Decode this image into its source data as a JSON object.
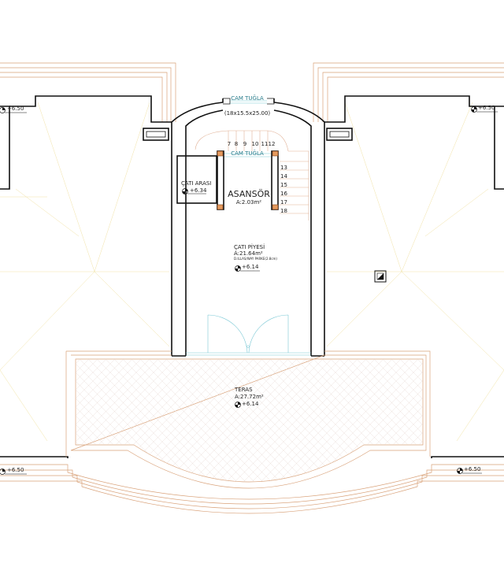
{
  "plan": {
    "glass_brick_top_label": "CAM TUĞLA",
    "glass_brick_top_dim": "(18x15.5x25.00)",
    "glass_brick_inner_label": "CAM TUĞLA",
    "stair_numbers_top": [
      "7",
      "8",
      "9",
      "10",
      "11",
      "12"
    ],
    "stair_numbers_side": [
      "13",
      "14",
      "15",
      "16",
      "17",
      "18"
    ],
    "attic_room": {
      "name": "ÇATI ARASI",
      "level": "+6.34"
    },
    "elevator": {
      "name": "ASANSÖR",
      "area": "A:2.03m²"
    },
    "roof_hall": {
      "name": "ÇATI PİYESİ",
      "area": "A:21.64m²",
      "note": "D.ILLAS/WAY PARKE(2.8cm)",
      "level": "+6.14"
    },
    "terrace": {
      "name": "TERAS",
      "area": "A:27.72m²",
      "level": "+6.14"
    },
    "levels": {
      "left_top": "+6.50",
      "right_top": "+6.50",
      "left_bottom": "+6.50",
      "right_bottom": "+6.50"
    },
    "colors": {
      "wall": "#111111",
      "roof_outline": "#d9a27a",
      "roof_ridge": "#f1e2a6",
      "glass": "#7cc9d6",
      "column": "#e59a5e"
    }
  }
}
